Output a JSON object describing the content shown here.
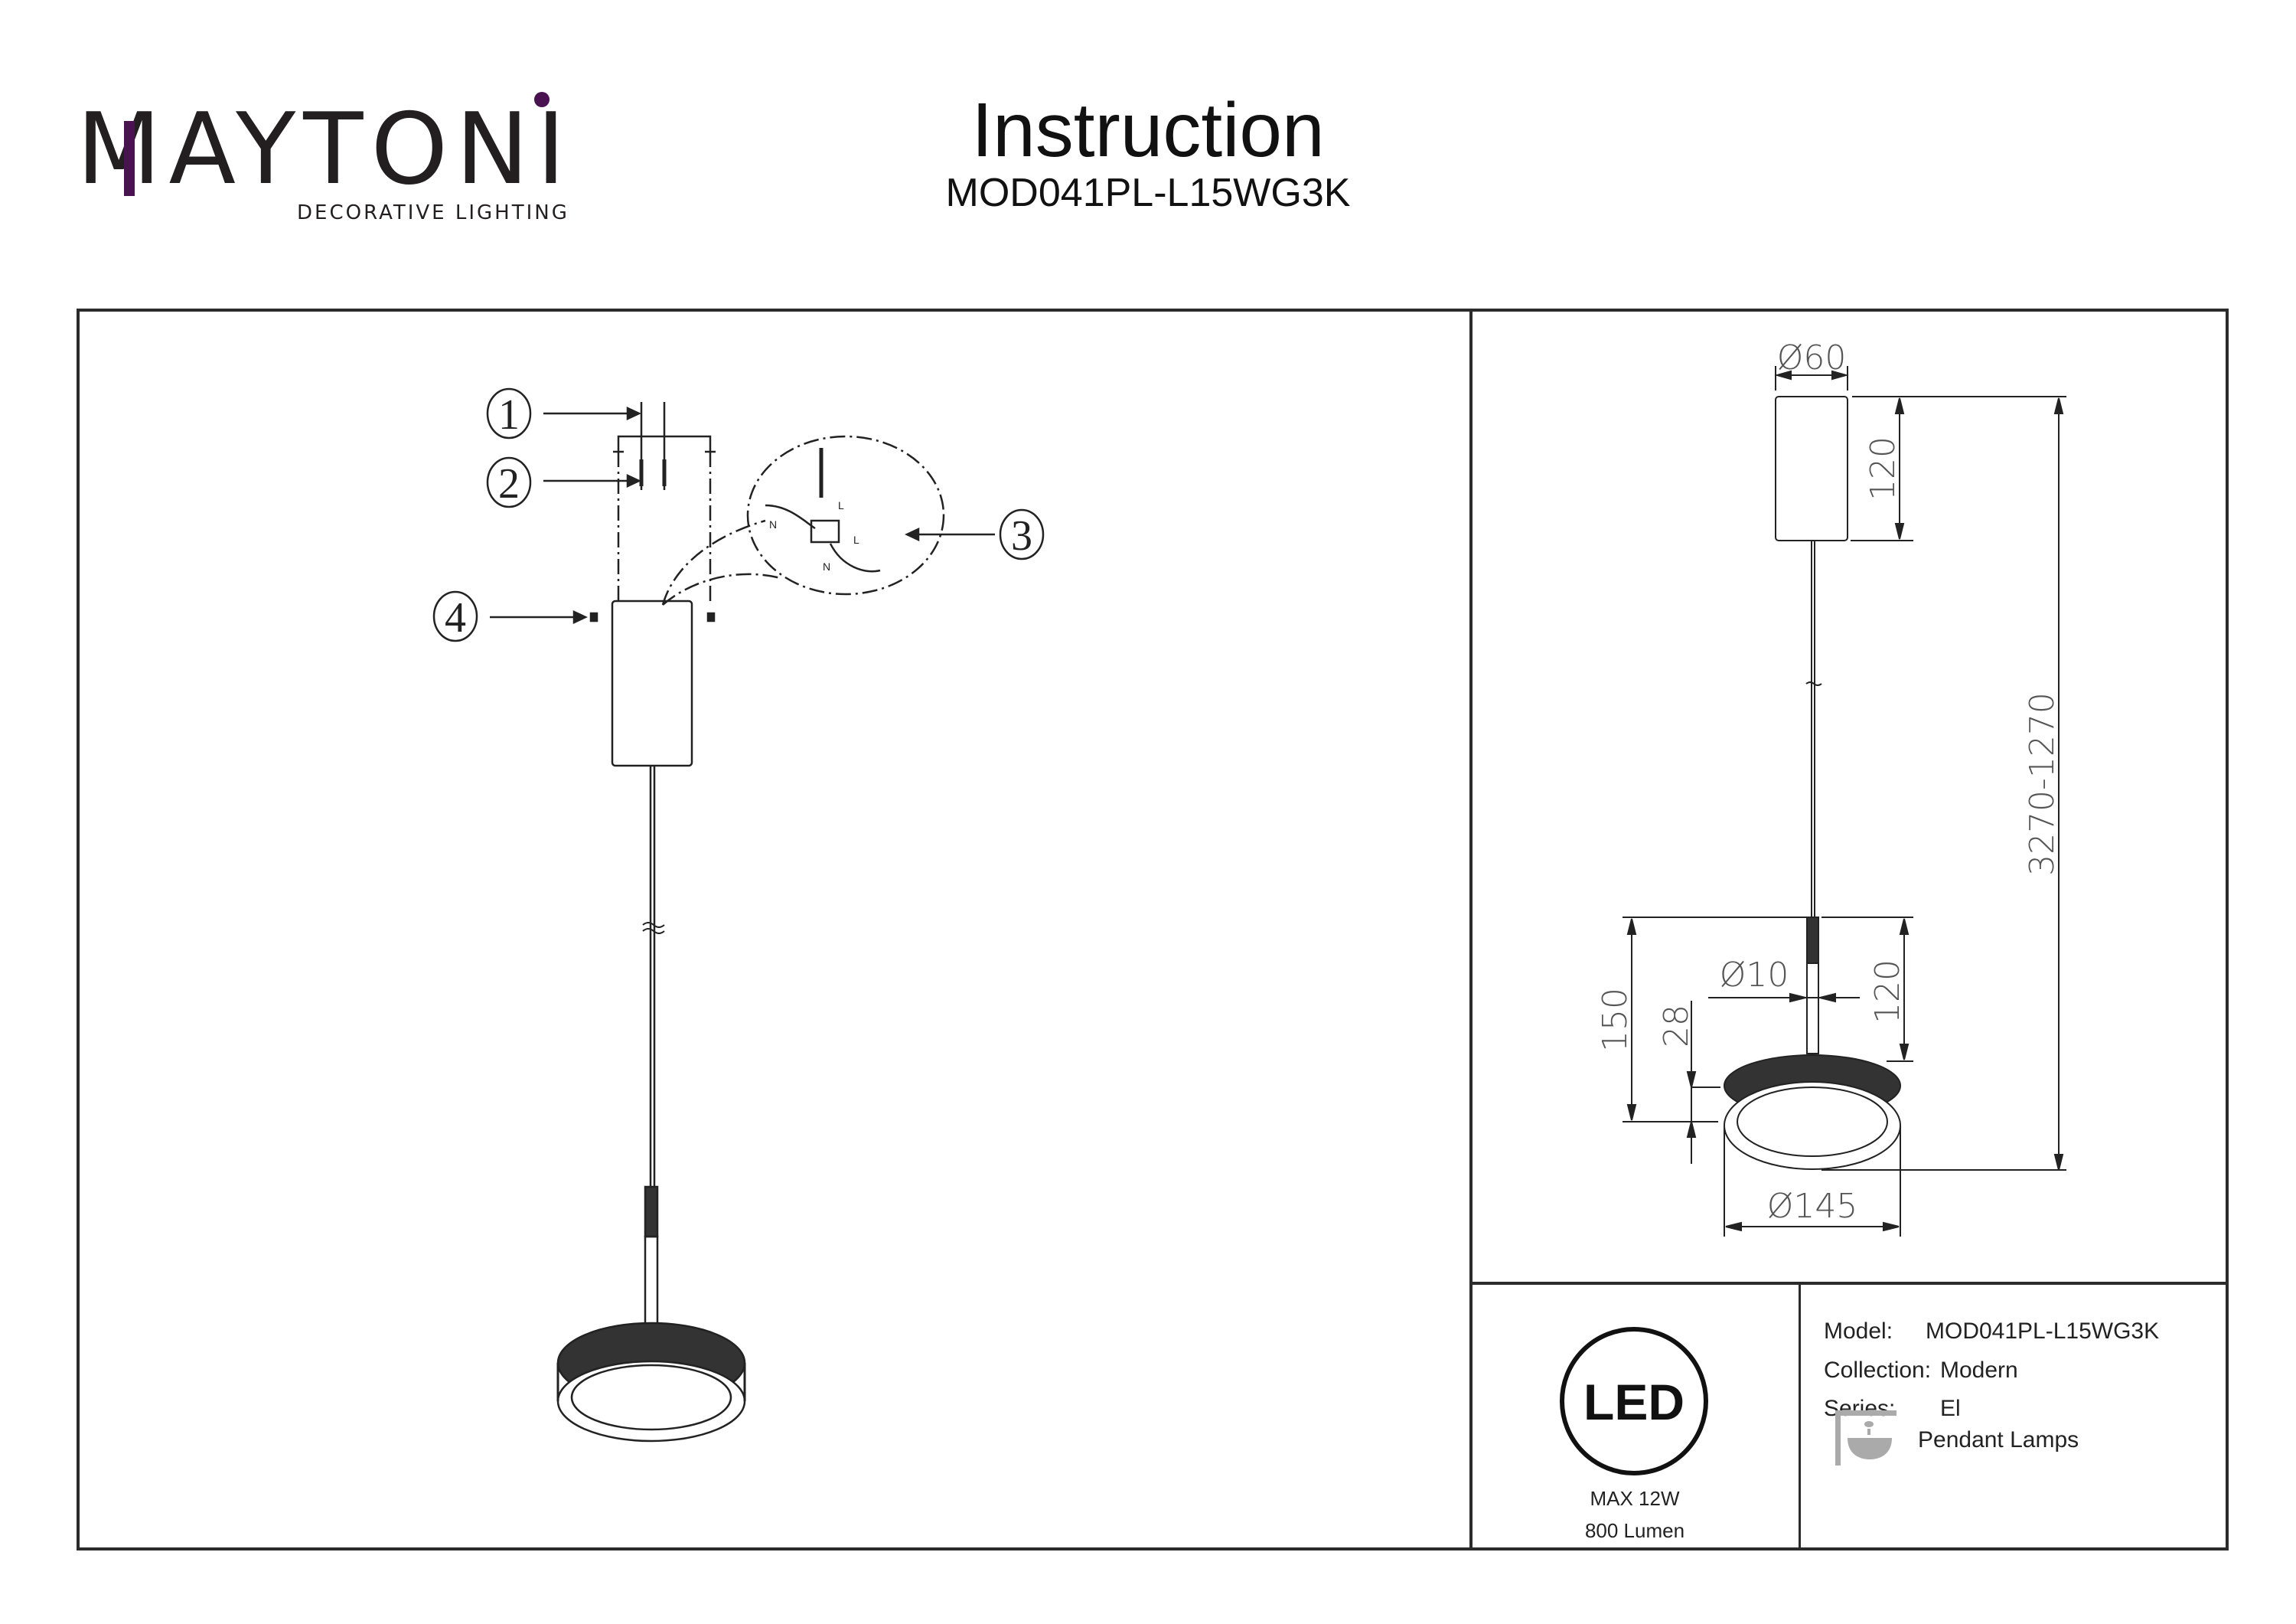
{
  "brand": {
    "name": "MAYTONI",
    "tagline": "DECORATIVE LIGHTING",
    "accent_color": "#4a1250",
    "text_color": "#231f20"
  },
  "header": {
    "title": "Instruction",
    "model_code": "MOD041PL-L15WG3K"
  },
  "assembly": {
    "callouts": [
      "1",
      "2",
      "3",
      "4"
    ],
    "wiring_labels": [
      "L",
      "N",
      "L",
      "N"
    ]
  },
  "dimensions": {
    "canopy_diameter": "Ø60",
    "canopy_height": "120",
    "total_height": "3270-1270",
    "lamp_height": "150",
    "rod_diameter": "Ø10",
    "rod_height": "120",
    "shade_height": "28",
    "shade_diameter": "Ø145"
  },
  "specs": {
    "led_badge": "LED",
    "max_power": "MAX 12W",
    "lumen": "800 Lumen"
  },
  "info": {
    "model_label": "Model:",
    "model_value": "MOD041PL-L15WG3K",
    "collection_label": "Collection:",
    "collection_value": "Modern",
    "series_label": "Series:",
    "series_value": "El",
    "category_icon": "pendant-lamp-icon",
    "category": "Pendant Lamps"
  }
}
